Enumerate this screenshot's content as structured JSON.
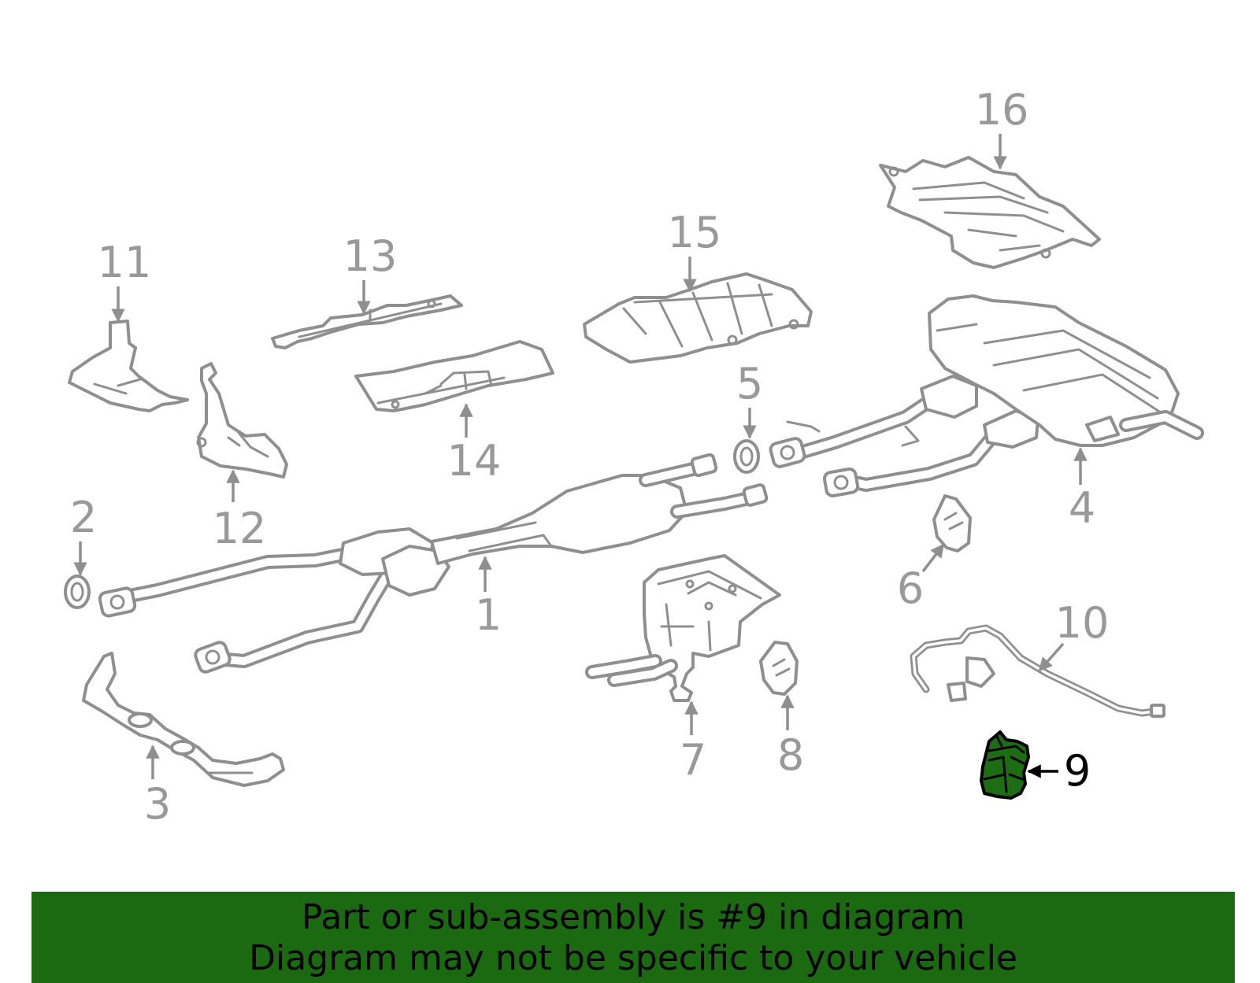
{
  "diagram": {
    "callouts": [
      {
        "id": 1,
        "label": "1"
      },
      {
        "id": 2,
        "label": "2"
      },
      {
        "id": 3,
        "label": "3"
      },
      {
        "id": 4,
        "label": "4"
      },
      {
        "id": 5,
        "label": "5"
      },
      {
        "id": 6,
        "label": "6"
      },
      {
        "id": 7,
        "label": "7"
      },
      {
        "id": 8,
        "label": "8"
      },
      {
        "id": 9,
        "label": "9",
        "highlighted": true
      },
      {
        "id": 10,
        "label": "10"
      },
      {
        "id": 11,
        "label": "11"
      },
      {
        "id": 12,
        "label": "12"
      },
      {
        "id": 13,
        "label": "13"
      },
      {
        "id": 14,
        "label": "14"
      },
      {
        "id": 15,
        "label": "15"
      },
      {
        "id": 16,
        "label": "16"
      }
    ],
    "highlight_color": "#1b6a12",
    "part_line_color": "#8f8f8f"
  },
  "banner": {
    "line1": "Part or sub-assembly is #9 in diagram",
    "line2": "Diagram may not be specific to your vehicle",
    "background": "#1b6a12"
  }
}
